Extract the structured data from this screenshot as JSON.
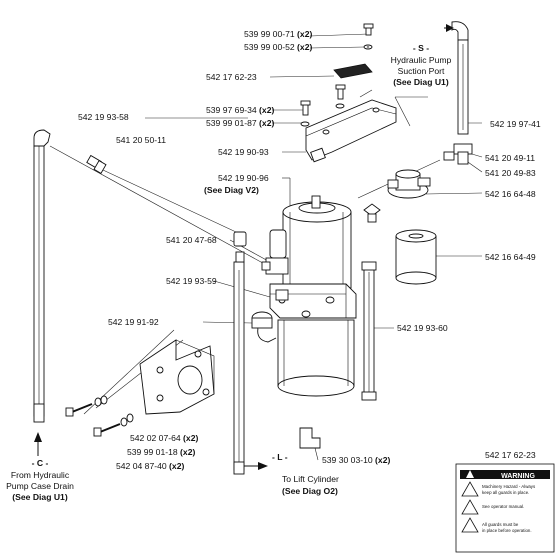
{
  "labels": {
    "p539990071": "539 99 00-71",
    "p539990052": "539 99 00-52",
    "qty_x2": "(x2)",
    "p542176223": "542 17 62-23",
    "p539976934": "539 97 69-34",
    "p539990187": "539 99 01-87",
    "p542199058": "542 19 93-58",
    "p541205011": "541 20 50-11",
    "p542199093": "542 19 90-93",
    "p542199096": "542 19 90-96",
    "see_v2": "(See Diag V2)",
    "p541204768": "541 20 47-68",
    "p542199359": "542 19 93-59",
    "p542199192": "542 19 91-92",
    "p542020764": "542 02 07-64",
    "p539990118": "539 99 01-18",
    "p542048740": "542 04 87-40",
    "p542199741": "542 19 97-41",
    "p541204911": "541 20 49-11",
    "p541204983": "541 20 49-83",
    "p542166448": "542 16 64-48",
    "p542166449": "542 16 64-49",
    "p542199360": "542 19 93-60",
    "p539300310": "539 30 03-10",
    "p542176223b": "542 17 62-23"
  },
  "callouts": {
    "s": {
      "letter": "- S -",
      "line1": "Hydraulic Pump",
      "line2": "Suction Port",
      "line3": "(See Diag U1)"
    },
    "c": {
      "letter": "- C -",
      "line1": "From Hydraulic",
      "line2": "Pump Case Drain",
      "line3": "(See Diag U1)"
    },
    "l": {
      "letter": "- L -",
      "line1": "To Lift Cylinder",
      "line2": "(See Diag O2)"
    }
  },
  "warning_decal": {
    "title": "WARNING",
    "lines": [
      "Machinery Hazard - Always",
      "keep all guards in place.",
      "See operator manual.",
      "All guards must be",
      "in place before operation."
    ]
  }
}
